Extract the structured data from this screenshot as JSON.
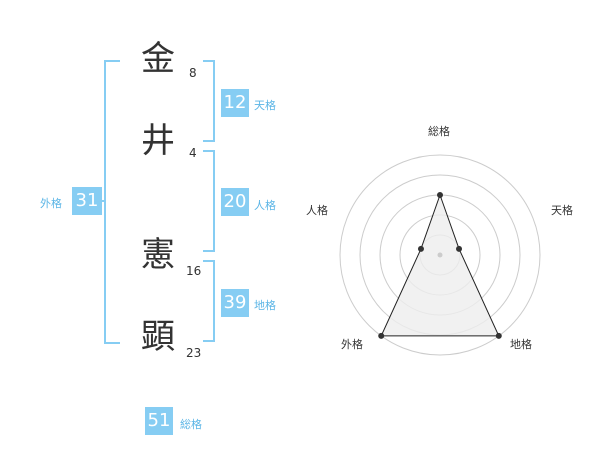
{
  "name_chars": [
    {
      "char": "金",
      "strokes": "8"
    },
    {
      "char": "井",
      "strokes": "4"
    },
    {
      "char": "憲",
      "strokes": "16"
    },
    {
      "char": "顕",
      "strokes": "23"
    }
  ],
  "kaku": {
    "tenkaku": {
      "value": "12",
      "label": "天格"
    },
    "jinkaku": {
      "value": "20",
      "label": "人格"
    },
    "chikaku": {
      "value": "39",
      "label": "地格"
    },
    "gaikaku": {
      "value": "31",
      "label": "外格"
    },
    "soukaku": {
      "value": "51",
      "label": "総格"
    }
  },
  "radar": {
    "axes": [
      "総格",
      "天格",
      "地格",
      "外格",
      "人格"
    ],
    "values": [
      3,
      1,
      5,
      5,
      1
    ],
    "max": 5,
    "colors": {
      "ring": "#cccccc",
      "fill": "#eeeeee",
      "line": "#222222",
      "point": "#333333"
    }
  },
  "colors": {
    "accent": "#86cdf3",
    "label": "#5bb5e6"
  }
}
